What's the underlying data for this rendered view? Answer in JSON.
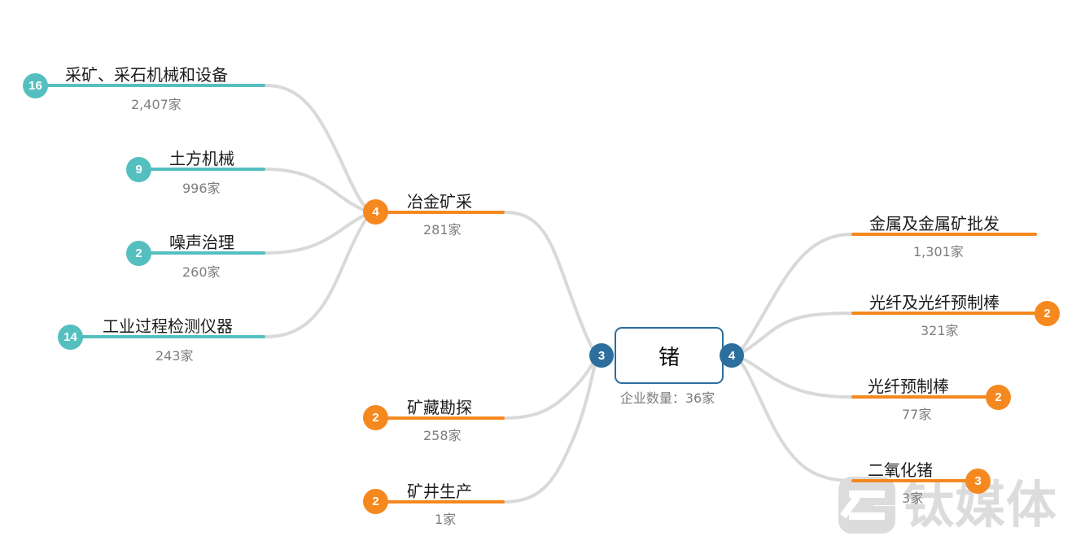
{
  "palette": {
    "teal": "#55bfc0",
    "orange": "#f5881f",
    "blue": "#2c6e9e",
    "link": "#d9d9d9",
    "title_text": "#1b1b1b",
    "count_text": "#7d7d7d",
    "background": "#ffffff",
    "watermark": "#dcdcdc"
  },
  "center": {
    "label": "锗",
    "subtitle": "企业数量：36家",
    "left_badge": "3",
    "right_badge": "4"
  },
  "left_branches": [
    {
      "title": "采矿、采石机械和设备",
      "count": "2,407家",
      "badge": "16",
      "color": "teal"
    },
    {
      "title": "土方机械",
      "count": "996家",
      "badge": "9",
      "color": "teal"
    },
    {
      "title": "噪声治理",
      "count": "260家",
      "badge": "2",
      "color": "teal"
    },
    {
      "title": "工业过程检测仪器",
      "count": "243家",
      "badge": "14",
      "color": "teal"
    }
  ],
  "mid_branches": [
    {
      "title": "冶金矿采",
      "count": "281家",
      "badge": "4",
      "color": "orange"
    },
    {
      "title": "矿藏勘探",
      "count": "258家",
      "badge": "2",
      "color": "orange"
    },
    {
      "title": "矿井生产",
      "count": "1家",
      "badge": "2",
      "color": "orange"
    }
  ],
  "right_branches": [
    {
      "title": "金属及金属矿批发",
      "count": "1,301家",
      "badge": "",
      "color": "orange"
    },
    {
      "title": "光纤及光纤预制棒",
      "count": "321家",
      "badge": "2",
      "color": "orange"
    },
    {
      "title": "光纤预制棒",
      "count": "77家",
      "badge": "2",
      "color": "orange"
    },
    {
      "title": "二氧化锗",
      "count": "3家",
      "badge": "3",
      "color": "orange"
    }
  ],
  "watermark": {
    "text": "钛媒体"
  },
  "chart_data": {
    "type": "tree",
    "title": "锗 产业链图谱",
    "root": {
      "label": "锗",
      "companies": 36,
      "upstream_count": 3,
      "downstream_count": 4
    },
    "upstream": [
      {
        "label": "冶金矿采",
        "companies": 281,
        "sub_count": 4,
        "children": [
          {
            "label": "采矿、采石机械和设备",
            "companies": 2407,
            "sub_count": 16
          },
          {
            "label": "土方机械",
            "companies": 996,
            "sub_count": 9
          },
          {
            "label": "噪声治理",
            "companies": 260,
            "sub_count": 2
          },
          {
            "label": "工业过程检测仪器",
            "companies": 243,
            "sub_count": 14
          }
        ]
      },
      {
        "label": "矿藏勘探",
        "companies": 258,
        "sub_count": 2,
        "children": []
      },
      {
        "label": "矿井生产",
        "companies": 1,
        "sub_count": 2,
        "children": []
      }
    ],
    "downstream": [
      {
        "label": "金属及金属矿批发",
        "companies": 1301,
        "sub_count": null
      },
      {
        "label": "光纤及光纤预制棒",
        "companies": 321,
        "sub_count": 2
      },
      {
        "label": "光纤预制棒",
        "companies": 77,
        "sub_count": 2
      },
      {
        "label": "二氧化锗",
        "companies": 3,
        "sub_count": 3
      }
    ]
  }
}
